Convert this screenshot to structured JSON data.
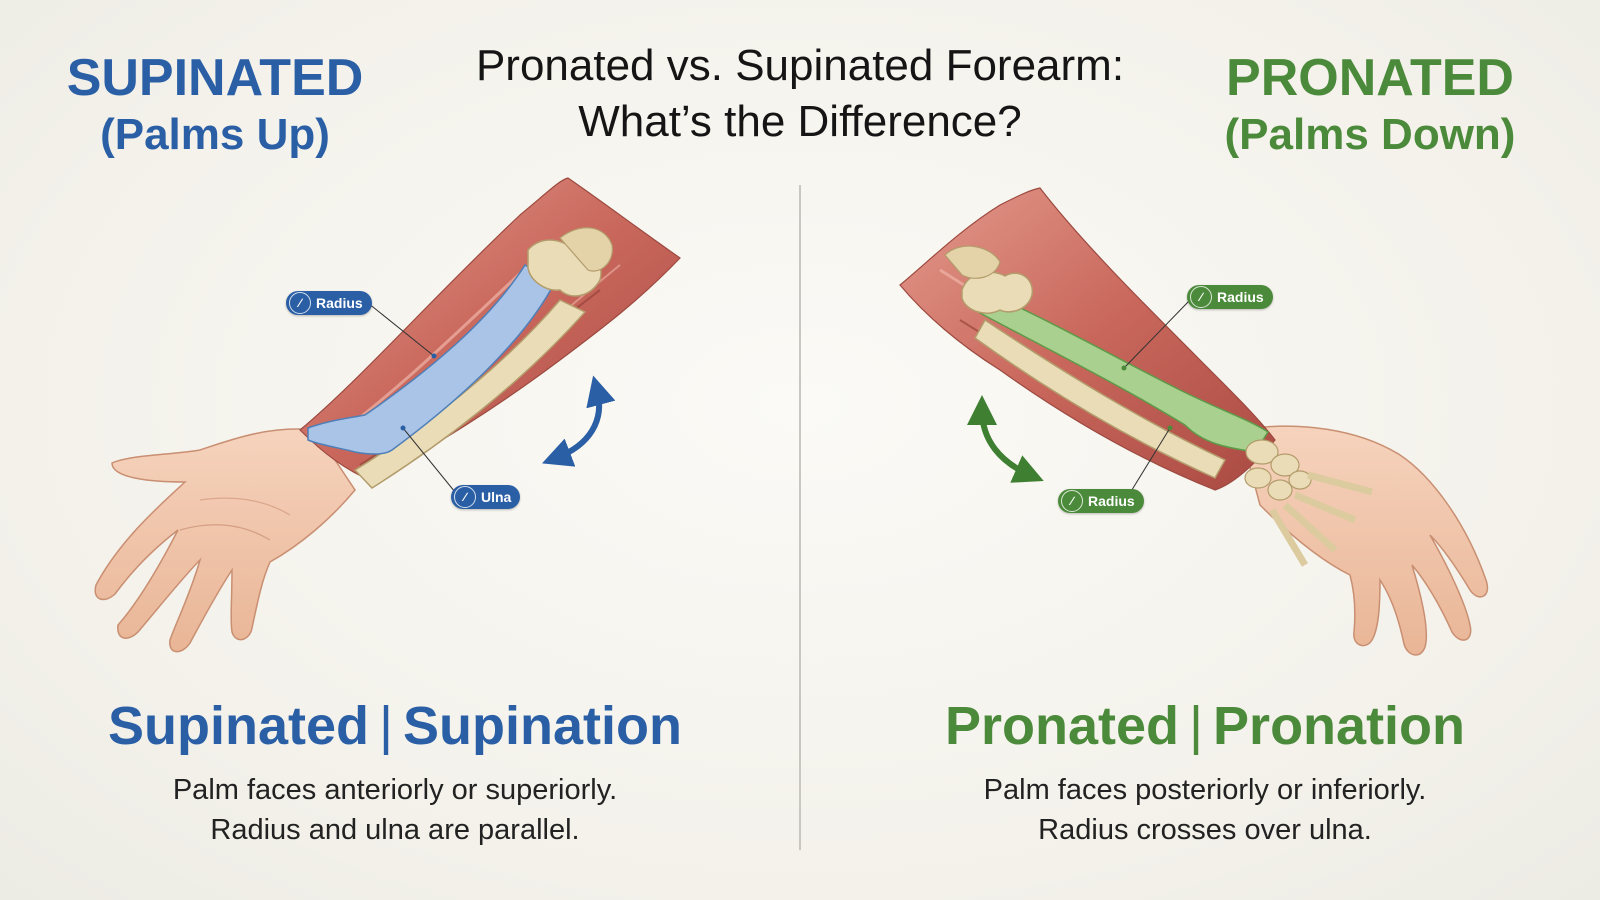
{
  "title": {
    "line1": "Pronated vs. Supinated Forearm:",
    "line2": "What’s the Difference?"
  },
  "supinated": {
    "heading": "SUPINATED",
    "subheading": "(Palms Up)",
    "bottom_term": "Supinated",
    "bottom_separator": "|",
    "bottom_action": "Supination",
    "description_line1": "Palm faces anteriorly or superiorly.",
    "description_line2": "Radius and ulna are parallel.",
    "labels": {
      "radius": "Radius",
      "ulna": "Ulna"
    },
    "color": "#2a5fa6",
    "bone_highlight": "#a9c4e6",
    "rotation_arrow_icon": "curved-double-arrow-icon"
  },
  "pronated": {
    "heading": "PRONATED",
    "subheading": "(Palms Down)",
    "bottom_term": "Pronated",
    "bottom_separator": "|",
    "bottom_action": "Pronation",
    "description_line1": "Palm faces posteriorly or inferiorly.",
    "description_line2": "Radius crosses over ulna.",
    "labels": {
      "radius_top": "Radius",
      "radius_bottom": "Radius"
    },
    "color": "#4b8a3a",
    "bone_highlight": "#a9d08e",
    "rotation_arrow_icon": "curved-double-arrow-icon"
  },
  "colors": {
    "muscle": "#c9675c",
    "skin": "#f2c4a8",
    "bone": "#eadcb6",
    "divider": "#c9c7c0"
  }
}
